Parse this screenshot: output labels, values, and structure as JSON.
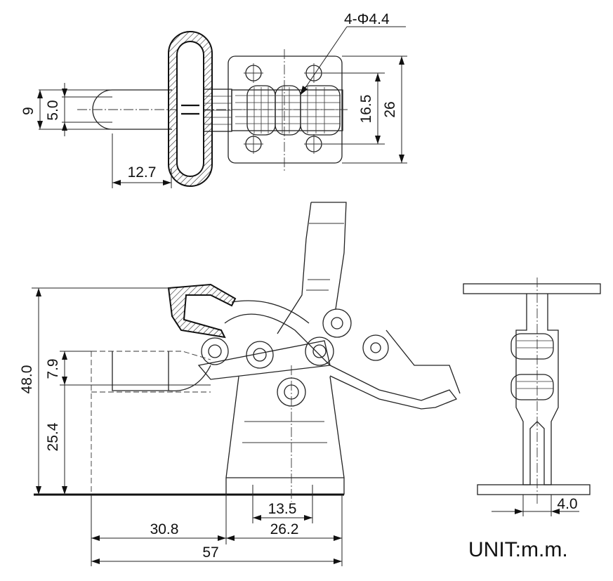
{
  "labels": {
    "holes": "4-Φ4.4",
    "dim_9": "9",
    "dim_5_0": "5.0",
    "dim_16_5": "16.5",
    "dim_26": "26",
    "dim_12_7": "12.7",
    "dim_48_0": "48.0",
    "dim_7_9": "7.9",
    "dim_25_4": "25.4",
    "dim_13_5": "13.5",
    "dim_26_2": "26.2",
    "dim_30_8": "30.8",
    "dim_57": "57",
    "dim_4_0": "4.0",
    "unit": "UNIT:m.m."
  }
}
